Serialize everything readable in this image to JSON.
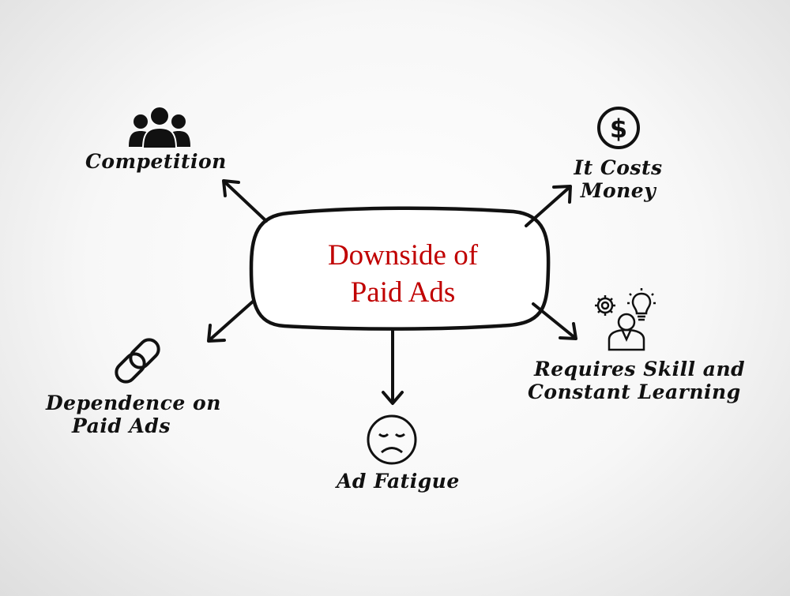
{
  "center": {
    "line1": "Downside of",
    "line2": "Paid Ads",
    "color": "#c00000"
  },
  "nodes": [
    {
      "id": "competition",
      "icon": "people-group-icon",
      "lines": [
        "Competition"
      ]
    },
    {
      "id": "costs",
      "icon": "dollar-circle-icon",
      "lines": [
        "It Costs",
        "Money"
      ]
    },
    {
      "id": "dependence",
      "icon": "chain-link-icon",
      "lines": [
        "Dependence on",
        "Paid Ads"
      ]
    },
    {
      "id": "fatigue",
      "icon": "sad-face-icon",
      "lines": [
        "Ad Fatigue"
      ]
    },
    {
      "id": "skill",
      "icon": "person-ideas-icon",
      "lines": [
        "Requires Skill and",
        "Constant Learning"
      ]
    }
  ]
}
